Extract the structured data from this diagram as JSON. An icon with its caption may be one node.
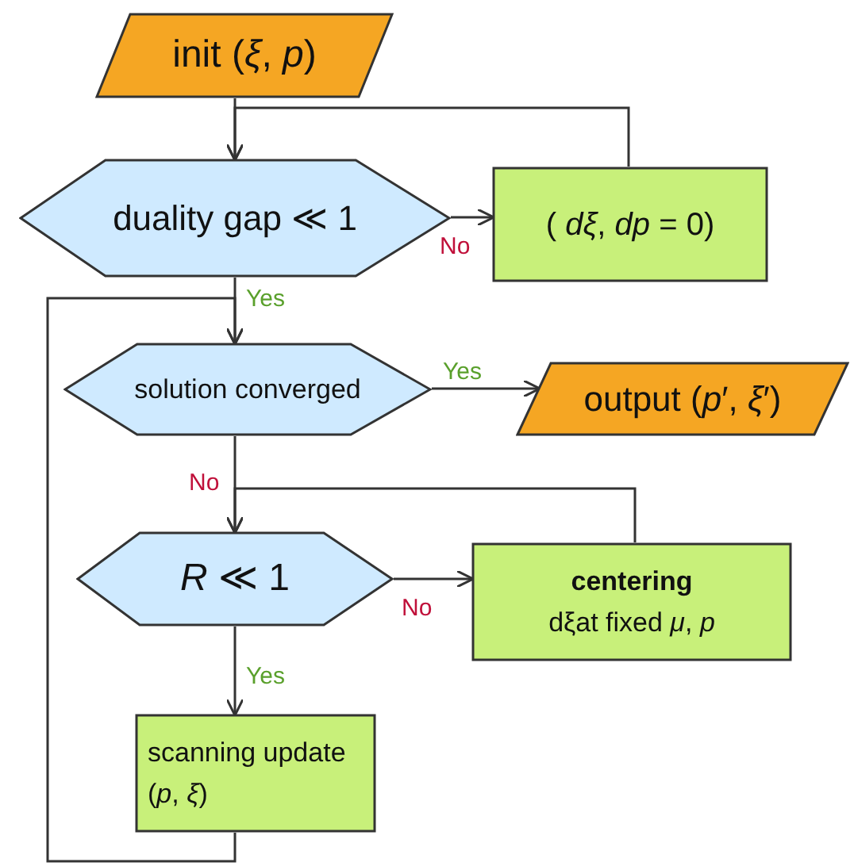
{
  "diagram": {
    "nodes": [
      {
        "text": [
          "init (*ξ*, *p*)"
        ]
      },
      {
        "text": [
          "duality gap ≪ 1"
        ]
      },
      {
        "text": [
          "( *dξ*, *dp* = 0)"
        ]
      },
      {
        "text": [
          "solution converged"
        ]
      },
      {
        "text": [
          "output (*p*′, *ξ*′)"
        ]
      },
      {
        "text": [
          "*R* ≪ 1"
        ]
      },
      {
        "text": [
          "centering",
          "dξat fixed *μ*, *p*"
        ]
      },
      {
        "text": [
          "scanning update (*p*, *ξ*)"
        ]
      }
    ],
    "edges": [
      {
        "from": 0,
        "to": 1,
        "arrow": "to"
      },
      {
        "from": 1,
        "to": 2,
        "arrow": "to",
        "label": "No"
      },
      {
        "from": 2,
        "to": 1,
        "arrow": "to"
      },
      {
        "from": 1,
        "to": 3,
        "arrow": "to",
        "label": "Yes"
      },
      {
        "from": 3,
        "to": 4,
        "arrow": "to",
        "label": "Yes"
      },
      {
        "from": 3,
        "to": 5,
        "arrow": "to",
        "label": "No"
      },
      {
        "from": 5,
        "to": 6,
        "arrow": "to",
        "label": "No"
      },
      {
        "from": 6,
        "to": 5,
        "arrow": "to"
      },
      {
        "from": 5,
        "to": 7,
        "arrow": "to",
        "label": "Yes"
      },
      {
        "from": 7,
        "to": 3,
        "arrow": "to"
      }
    ]
  }
}
